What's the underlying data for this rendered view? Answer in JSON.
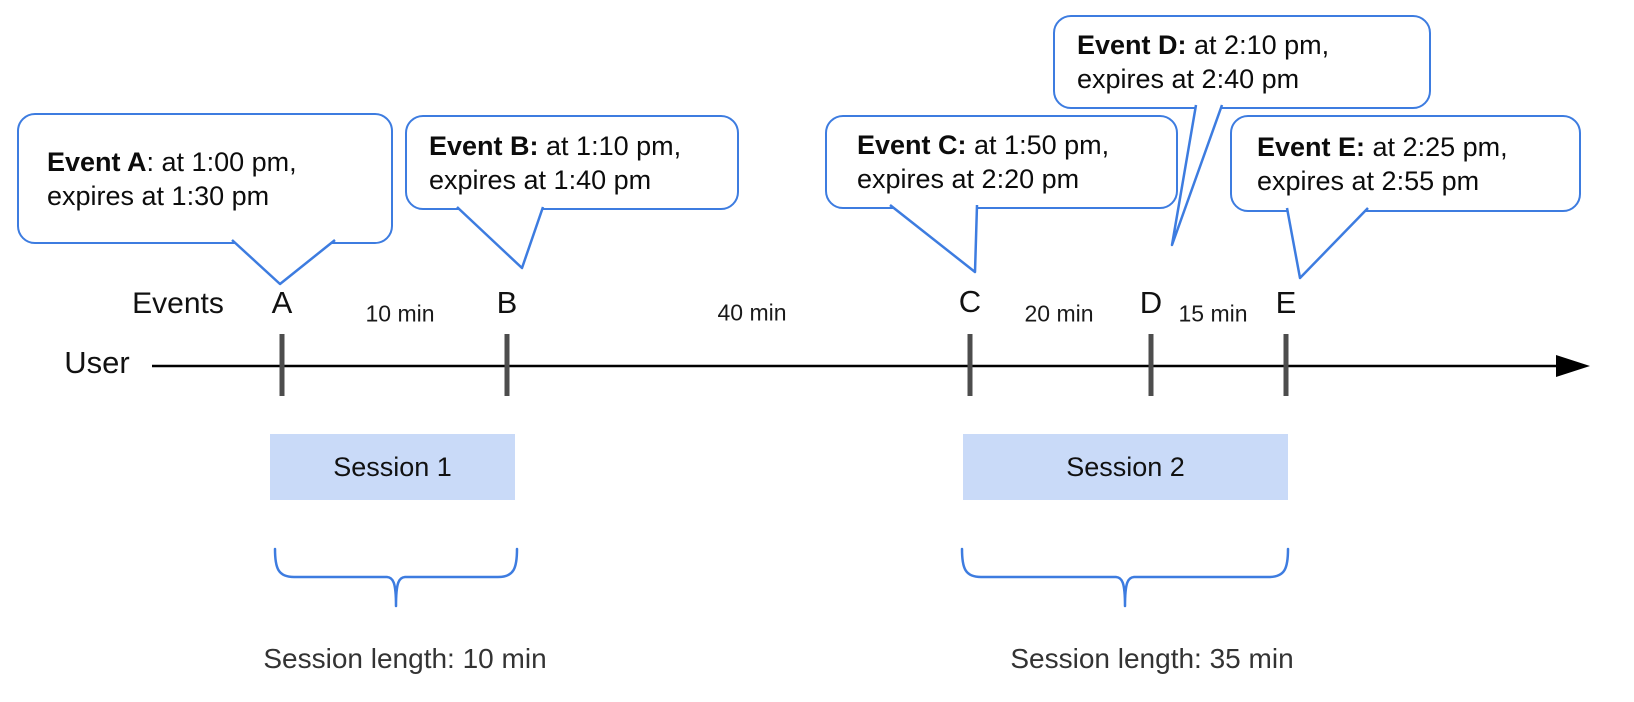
{
  "title": "Events and sessions timeline diagram",
  "colors": {
    "accent_blue": "#3d7ce0",
    "session_fill": "#c9daf8",
    "tick_gray": "#4d4d4d",
    "timeline_black": "#000000"
  },
  "callouts": [
    {
      "event": "A",
      "bold": "Event A",
      "rest": ": at 1:00 pm,",
      "line2": "expires at 1:30 pm"
    },
    {
      "event": "B",
      "bold": "Event B:",
      "rest": " at 1:10 pm,",
      "line2": "expires at 1:40 pm"
    },
    {
      "event": "C",
      "bold": "Event C:",
      "rest": " at 1:50 pm,",
      "line2": "expires at 2:20 pm"
    },
    {
      "event": "D",
      "bold": "Event D:",
      "rest": " at 2:10 pm,",
      "line2": "expires at 2:40 pm"
    },
    {
      "event": "E",
      "bold": "Event E:",
      "rest": " at 2:25 pm,",
      "line2": "expires at 2:55 pm"
    }
  ],
  "timeline": {
    "events_label": "Events",
    "user_label": "User",
    "markers": [
      "A",
      "B",
      "C",
      "D",
      "E"
    ],
    "intervals": [
      "10 min",
      "40 min",
      "20 min",
      "15 min"
    ]
  },
  "sessions": [
    {
      "label": "Session 1",
      "length": "Session length: 10 min"
    },
    {
      "label": "Session 2",
      "length": "Session length: 35 min"
    }
  ]
}
